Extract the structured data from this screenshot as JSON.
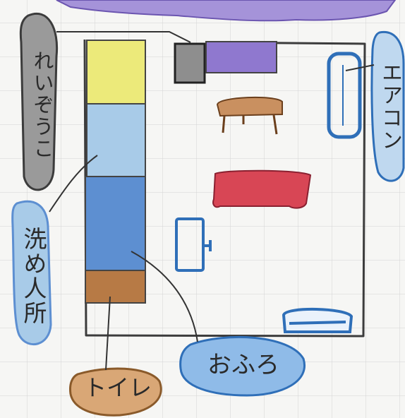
{
  "labels": {
    "fridge": "れいぞうこ",
    "washroom": "洗め人所",
    "aircon": "エアコン",
    "bath": "おふろ",
    "toilet": "トイレ"
  },
  "colors": {
    "grid": "#d4d4d4",
    "wall": "#3c3c3c",
    "yellow": "#ecea7a",
    "light_blue": "#a8cbe8",
    "blue": "#5d8fd1",
    "brown": "#b77a45",
    "purple": "#8f78cf",
    "red": "#d84655",
    "gray": "#8e8e8e",
    "dark_blue": "#2f6fb8"
  }
}
